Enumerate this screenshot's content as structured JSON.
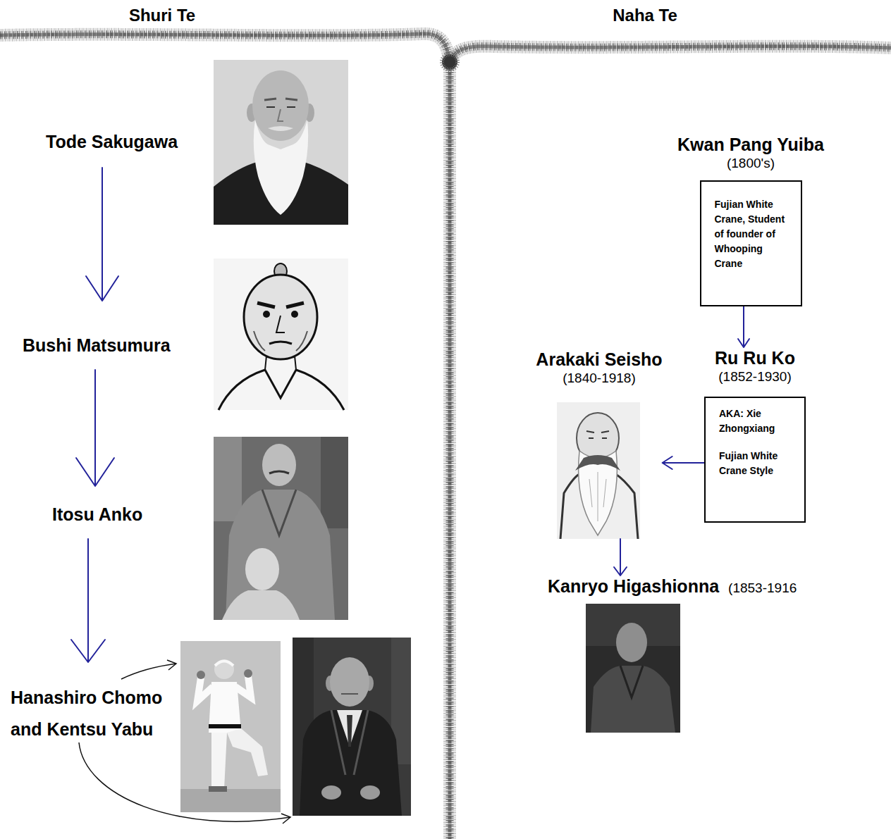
{
  "diagram": {
    "nodes": [
      {
        "text": [
          "Tode Sakugawa"
        ]
      },
      {
        "text": [
          "Bushi Matsumura"
        ]
      },
      {
        "text": [
          "Itosu Anko"
        ]
      },
      {
        "text": [
          "Hanashiro Chomo and Kentsu Yabu"
        ]
      },
      {
        "text": [
          "Kwan Pang Yuiba",
          "(1800's)",
          "Fujian White Crane, Student of founder of Whooping Crane"
        ]
      },
      {
        "text": [
          "Ru Ru Ko",
          "(1852-1930)",
          "AKA: Xie Zhongxiang",
          "Fujian White Crane Style"
        ]
      },
      {
        "text": [
          "Arakaki Seisho",
          "(1840-1918)"
        ]
      },
      {
        "text": [
          "Kanryo Higashionna",
          "(1853-1916"
        ]
      }
    ],
    "edges": [
      {
        "from": 0,
        "to": 1,
        "arrow": "to"
      },
      {
        "from": 1,
        "to": 2,
        "arrow": "to"
      },
      {
        "from": 2,
        "to": 3,
        "arrow": "to"
      },
      {
        "from": 4,
        "to": 5,
        "arrow": "to"
      },
      {
        "from": 5,
        "to": 6,
        "arrow": "to"
      },
      {
        "from": 6,
        "to": 7,
        "arrow": "to"
      }
    ],
    "labels": [
      "Shuri Te",
      "Naha Te"
    ]
  }
}
